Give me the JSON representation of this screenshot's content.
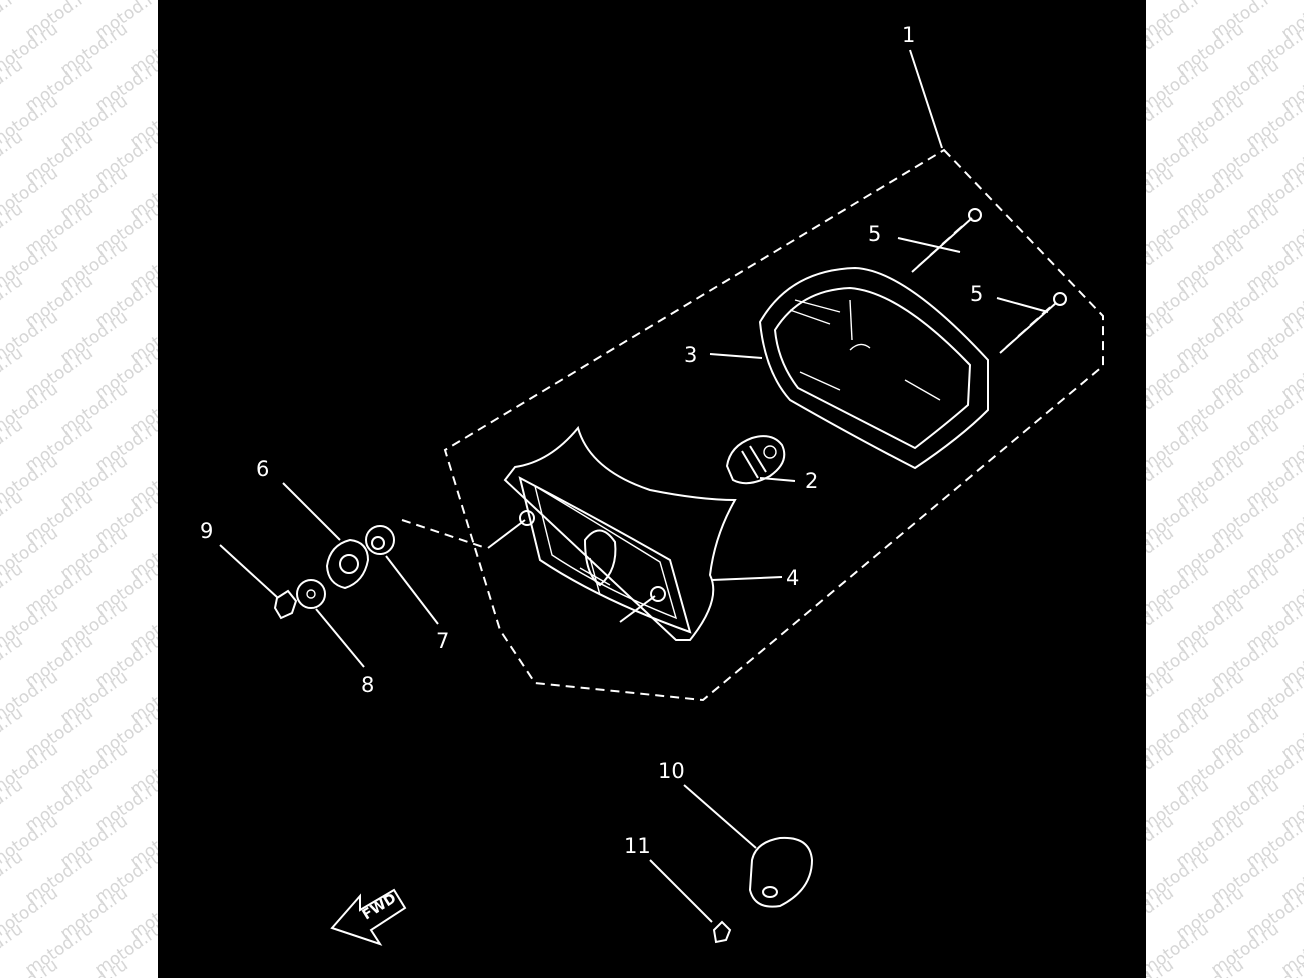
{
  "watermark": {
    "text": "motod.ru"
  },
  "diagram": {
    "callouts": [
      "1",
      "2",
      "3",
      "4",
      "5",
      "5",
      "6",
      "7",
      "8",
      "9",
      "10",
      "11"
    ],
    "direction_label": "FWD"
  },
  "colors": {
    "background": "#000000",
    "line": "#ffffff",
    "page": "#ffffff",
    "watermark": "#d6d6d6"
  }
}
